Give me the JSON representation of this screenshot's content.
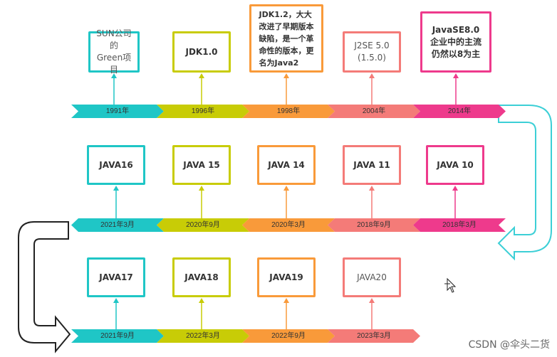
{
  "colors": {
    "teal": "#1fc6c6",
    "olive": "#c8cc06",
    "orange": "#f99a3a",
    "salmon": "#f47b78",
    "magenta": "#ee3a8c"
  },
  "rows": [
    {
      "dates": [
        "1991年",
        "1996年",
        "1998年",
        "2004年",
        "2014年"
      ],
      "boxes": [
        {
          "text": "SUN公司的\nGreen项目"
        },
        {
          "text": "JDK1.0"
        },
        {
          "text": "JDK1.2，大大\n改进了早期版本\n缺陷，是一个革\n命性的版本，更\n名为Java2"
        },
        {
          "text": "J2SE 5.0\n(1.5.0)"
        },
        {
          "text": "JavaSE8.0\n企业中的主流\n仍然以8为主"
        }
      ]
    },
    {
      "dates": [
        "2021年3月",
        "2020年9月",
        "2020年3月",
        "2018年9月",
        "2018年3月"
      ],
      "boxes": [
        {
          "text": "JAVA16"
        },
        {
          "text": "JAVA 15"
        },
        {
          "text": "JAVA 14"
        },
        {
          "text": "JAVA 11"
        },
        {
          "text": "JAVA 10"
        }
      ]
    },
    {
      "dates": [
        "2021年9月",
        "2022年3月",
        "2022年9月",
        "2023年3月"
      ],
      "boxes": [
        {
          "text": "JAVA17"
        },
        {
          "text": "JAVA18"
        },
        {
          "text": "JAVA19"
        },
        {
          "text": "JAVA20"
        }
      ]
    }
  ],
  "watermark": "CSDN @伞头二货",
  "icons": {
    "cursor": "move-cursor-icon"
  }
}
